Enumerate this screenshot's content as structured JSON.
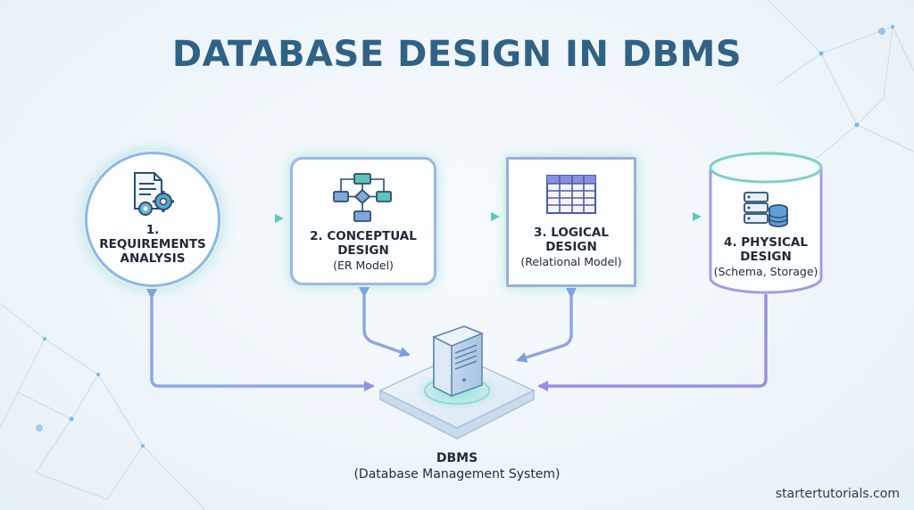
{
  "title": "DATABASE DESIGN IN DBMS",
  "stages": [
    {
      "name": "1. REQUIREMENTS ANALYSIS",
      "sub": "",
      "icon": "document-gears-icon"
    },
    {
      "name": "2. CONCEPTUAL DESIGN",
      "sub": "(ER Model)",
      "icon": "flowchart-icon"
    },
    {
      "name": "3. LOGICAL DESIGN",
      "sub": "(Relational Model)",
      "icon": "table-grid-icon"
    },
    {
      "name": "4. PHYSICAL DESIGN",
      "sub": "(Schema, Storage)",
      "icon": "server-database-icon"
    }
  ],
  "center": {
    "name": "DBMS",
    "sub": "(Database Management System)",
    "icon": "server-tower-icon"
  },
  "watermark": "startertutorials.com",
  "colors": {
    "title": "#2f6285",
    "arrow_teal": "#5cc9b8",
    "arrow_blue": "#7f9ede",
    "arrow_purple": "#9a8ee0"
  }
}
